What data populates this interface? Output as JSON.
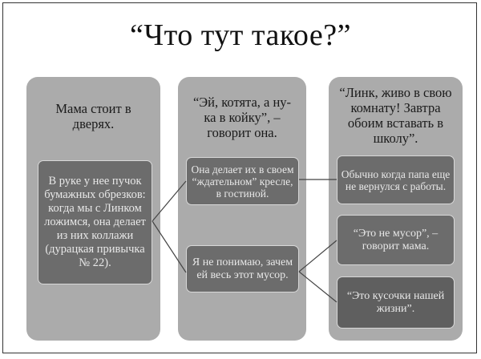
{
  "title": "“Что тут такое?”",
  "panels": [
    {
      "heading": "Мама стоит в дверях.",
      "boxes": [
        {
          "text": "В руке у нее пучок бумажных обрезков: когда мы с Линком ложимся, она делает из них коллажи (дурацкая привычка № 22)."
        }
      ]
    },
    {
      "heading": "“Эй, котята, а ну-ка в койку”, – говорит она.",
      "boxes": [
        {
          "text": "Она делает их в своем “ждательном” кресле, в гостиной."
        },
        {
          "text": "Я не понимаю, зачем ей весь этот мусор."
        }
      ]
    },
    {
      "heading": "“Линк, живо в свою комнату! Завтра обоим вставать в школу”.",
      "boxes": [
        {
          "text": "Обычно когда папа еще не вернулся с работы."
        },
        {
          "text": "“Это не мусор”, – говорит мама."
        },
        {
          "text": "“Это кусочки нашей жизни”."
        }
      ]
    }
  ],
  "colors": {
    "panel": "#ababab",
    "box": "#6c6c6c",
    "box_border": "#d8d8d8",
    "connector": "#444444"
  }
}
